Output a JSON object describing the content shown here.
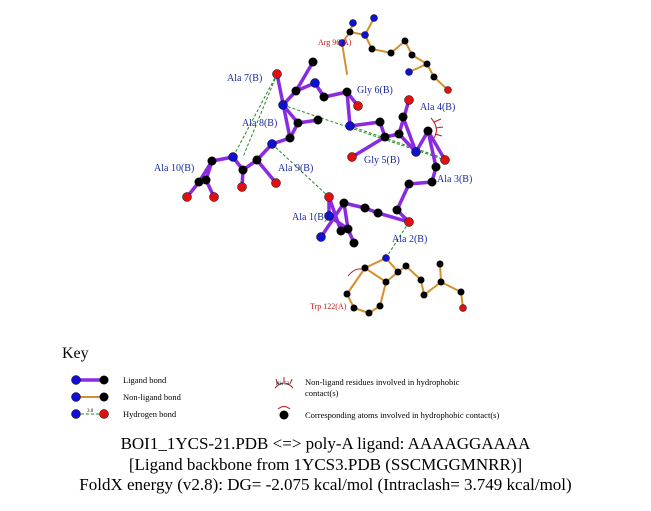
{
  "colors": {
    "ligand_bond": "#8a2be2",
    "nonligand_bond": "#d4902a",
    "hbond": "#1e8a1e",
    "carbon": "#000000",
    "nitrogen": "#1010d0",
    "oxygen": "#e01010",
    "ligand_label": "#1a2a9e",
    "residue_label": "#c01818"
  },
  "labels": {
    "arg96": "Arg 96(A)",
    "ala7": "Ala 7(B)",
    "gly6": "Gly 6(B)",
    "ala4": "Ala 4(B)",
    "ala8": "Ala 8(B)",
    "gly5": "Gly 5(B)",
    "ala10": "Ala 10(B)",
    "ala9": "Ala 9(B)",
    "ala3": "Ala 3(B)",
    "ala1": "Ala 1(B)",
    "ala2": "Ala 2(B)",
    "trp122": "Trp 122(A)"
  },
  "key": {
    "title": "Key",
    "ligand_bond": "Ligand bond",
    "nonligand_bond": "Non-ligand bond",
    "hydrogen_bond": "Hydrogen bond",
    "hbond_length": "3.0",
    "hydrophobic_residue_example": "His 53",
    "hydrophobic_residues_line1": "Non-ligand residues involved in hydrophobic",
    "hydrophobic_residues_line2": "contact(s)",
    "hydrophobic_atoms": "Corresponding atoms involved in hydrophobic contact(s)"
  },
  "caption": {
    "line1": "BOI1_1YCS-21.PDB <=> poly-A ligand: AAAAGGAAAA",
    "line2": "[Ligand backbone from 1YCS3.PDB (SSCMGGMNRR)]",
    "line3": "FoldX energy (v2.8): DG= -2.075 kcal/mol (Intraclash= 3.749 kcal/mol)"
  }
}
